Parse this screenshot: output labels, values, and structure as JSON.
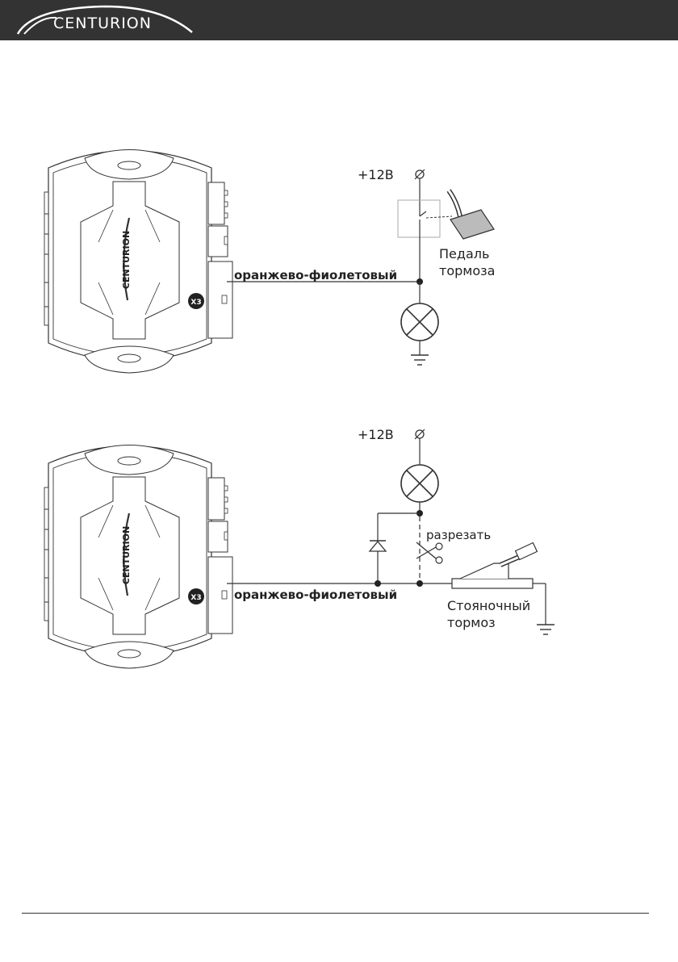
{
  "header": {
    "brand": "CENTURION",
    "background": "#333333"
  },
  "device": {
    "logo_text": "CENTURION",
    "connector_label": "X3"
  },
  "diagram_top": {
    "supply_label": "+12В",
    "wire_label": "оранжево-фиолетовый",
    "pedal_label_line1": "Педаль",
    "pedal_label_line2": "тормоза"
  },
  "diagram_bottom": {
    "supply_label": "+12В",
    "wire_label": "оранжево-фиолетовый",
    "cut_label": "разрезать",
    "parking_label_line1": "Стояночный",
    "parking_label_line2": "тормоз"
  }
}
